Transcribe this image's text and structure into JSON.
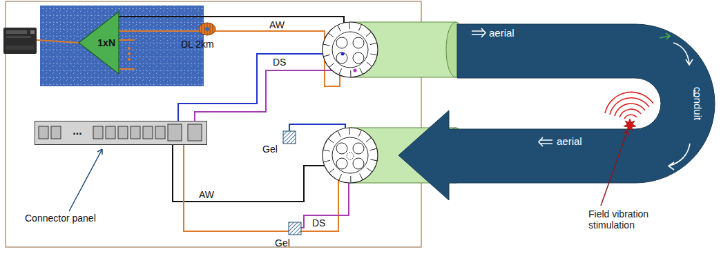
{
  "diagram": {
    "nodes": [
      {
        "text": [
          "1xN"
        ]
      },
      {
        "text": [
          "..."
        ]
      }
    ],
    "labels": [
      "DL 2km",
      "AW",
      "DS",
      "Gel",
      "AW",
      "Connector panel",
      "DS",
      "Gel",
      "aerial",
      "conduit",
      "aerial",
      "Field vibration stimulation"
    ]
  }
}
